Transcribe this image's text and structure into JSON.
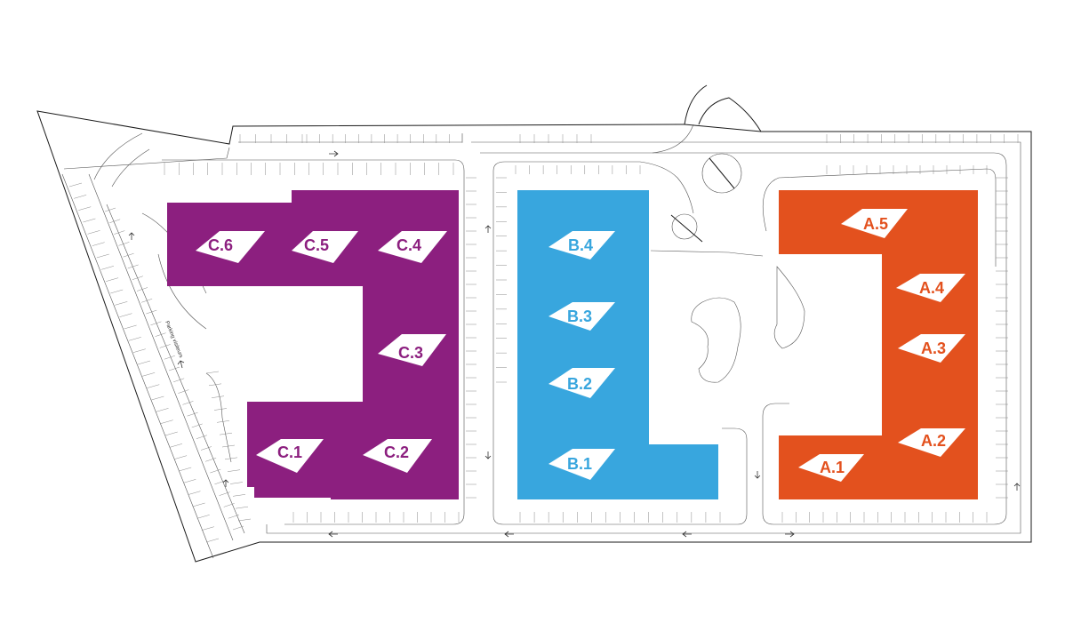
{
  "colors": {
    "building_c": "#8c1f7f",
    "building_b": "#38a6de",
    "building_a": "#e3511e",
    "label_bg": "#ffffff",
    "lines": "#1a1a1a"
  },
  "units": [
    {
      "id": "c6",
      "building": "C",
      "label": "C.6",
      "color": "#8c1f7f"
    },
    {
      "id": "c5",
      "building": "C",
      "label": "C.5",
      "color": "#8c1f7f"
    },
    {
      "id": "c4",
      "building": "C",
      "label": "C.4",
      "color": "#8c1f7f"
    },
    {
      "id": "c3",
      "building": "C",
      "label": "C.3",
      "color": "#8c1f7f"
    },
    {
      "id": "c1",
      "building": "C",
      "label": "C.1",
      "color": "#8c1f7f"
    },
    {
      "id": "c2",
      "building": "C",
      "label": "C.2",
      "color": "#8c1f7f"
    },
    {
      "id": "b4",
      "building": "B",
      "label": "B.4",
      "color": "#38a6de"
    },
    {
      "id": "b3",
      "building": "B",
      "label": "B.3",
      "color": "#38a6de"
    },
    {
      "id": "b2",
      "building": "B",
      "label": "B.2",
      "color": "#38a6de"
    },
    {
      "id": "b1",
      "building": "B",
      "label": "B.1",
      "color": "#38a6de"
    },
    {
      "id": "a5",
      "building": "A",
      "label": "A.5",
      "color": "#e3511e"
    },
    {
      "id": "a4",
      "building": "A",
      "label": "A.4",
      "color": "#e3511e"
    },
    {
      "id": "a3",
      "building": "A",
      "label": "A.3",
      "color": "#e3511e"
    },
    {
      "id": "a2",
      "building": "A",
      "label": "A.2",
      "color": "#e3511e"
    },
    {
      "id": "a1",
      "building": "A",
      "label": "A.1",
      "color": "#e3511e"
    }
  ],
  "site": {
    "parking_label": "Parking visiteurs"
  }
}
